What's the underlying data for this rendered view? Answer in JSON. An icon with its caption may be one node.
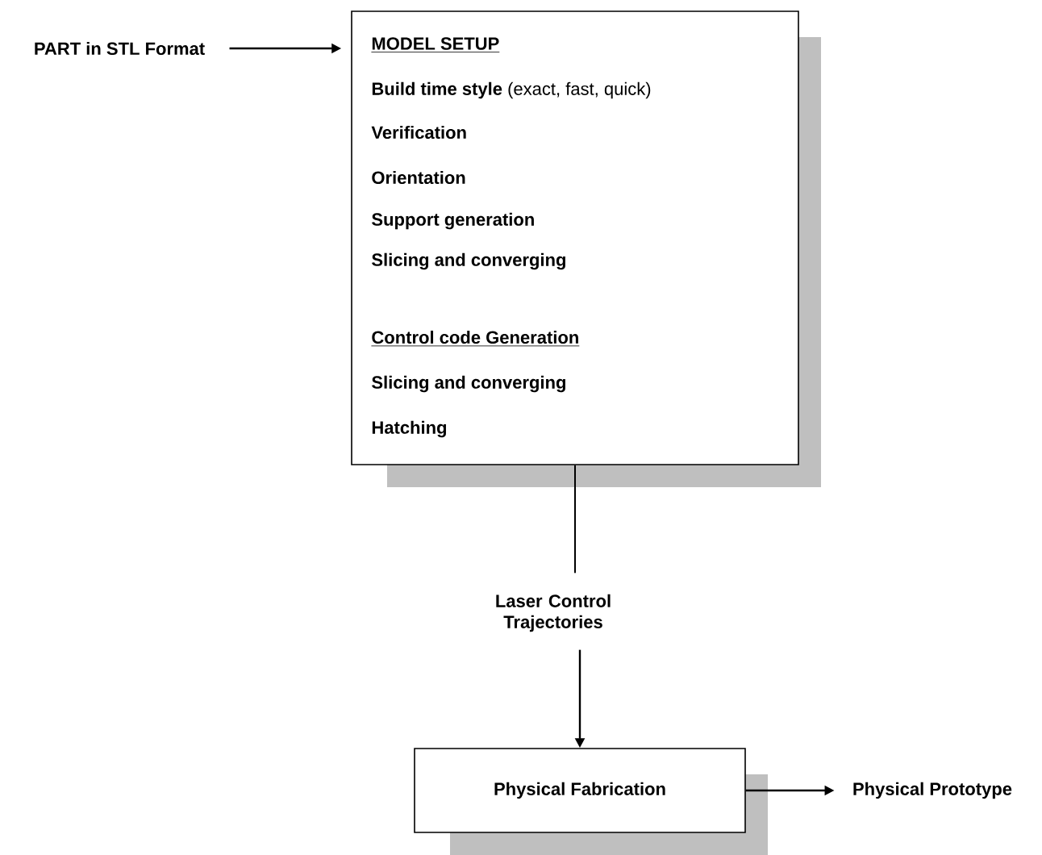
{
  "diagram": {
    "nodes": [
      {
        "text": [
          "PART in STL Format"
        ]
      },
      {
        "text": [
          "MODEL SETUP",
          "**Build time style** (exact, fast, quick)",
          "Verification",
          "Orientation",
          "Support generation",
          "Slicing and converging",
          "Control code Generation",
          "Slicing and converging",
          "Hatching"
        ]
      },
      {
        "text": [
          "Laser Control Trajectories"
        ]
      },
      {
        "text": [
          "Physical Fabrication"
        ]
      },
      {
        "text": [
          "Physical Prototype"
        ]
      }
    ],
    "edges": [
      {
        "from": 0,
        "to": 1,
        "arrow": "to"
      },
      {
        "from": 1,
        "to": 2,
        "arrow": "none"
      },
      {
        "from": 2,
        "to": 3,
        "arrow": "to"
      },
      {
        "from": 3,
        "to": 4,
        "arrow": "to"
      }
    ]
  }
}
